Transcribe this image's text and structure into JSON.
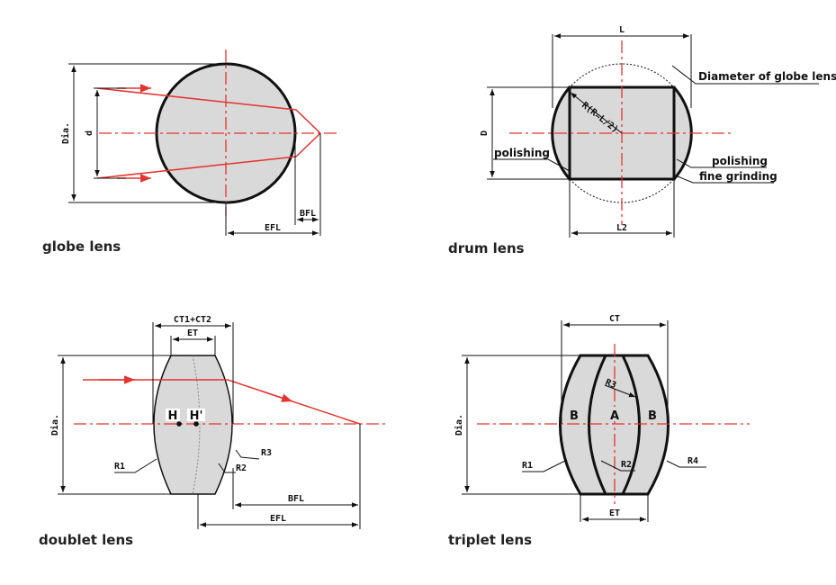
{
  "colors": {
    "axis": "#e3342f",
    "lens_fill": "#d9d9d9",
    "outline": "#111111"
  },
  "globe": {
    "caption": "globe lens",
    "dia": "Dia.",
    "d": "d",
    "bfl": "BFL",
    "efl": "EFL"
  },
  "drum": {
    "caption": "drum lens",
    "L": "L",
    "L2": "L2",
    "D": "D",
    "radius": "R(R=L/2)",
    "globe_diameter": "Diameter of globe lens",
    "polishing_left": "polishing",
    "polishing_right": "polishing",
    "fine_grinding": "fine grinding"
  },
  "doublet": {
    "caption": "doublet lens",
    "ct": "CT1+CT2",
    "et": "ET",
    "H": "H",
    "H2": "H'",
    "dia": "Dia.",
    "R1": "R1",
    "R2": "R2",
    "R3": "R3",
    "bfl": "BFL",
    "efl": "EFL"
  },
  "triplet": {
    "caption": "triplet lens",
    "ct": "CT",
    "et": "ET",
    "dia": "Dia.",
    "R1": "R1",
    "R2": "R2",
    "R3": "R3",
    "R4": "R4",
    "A": "A",
    "B_left": "B",
    "B_right": "B"
  }
}
